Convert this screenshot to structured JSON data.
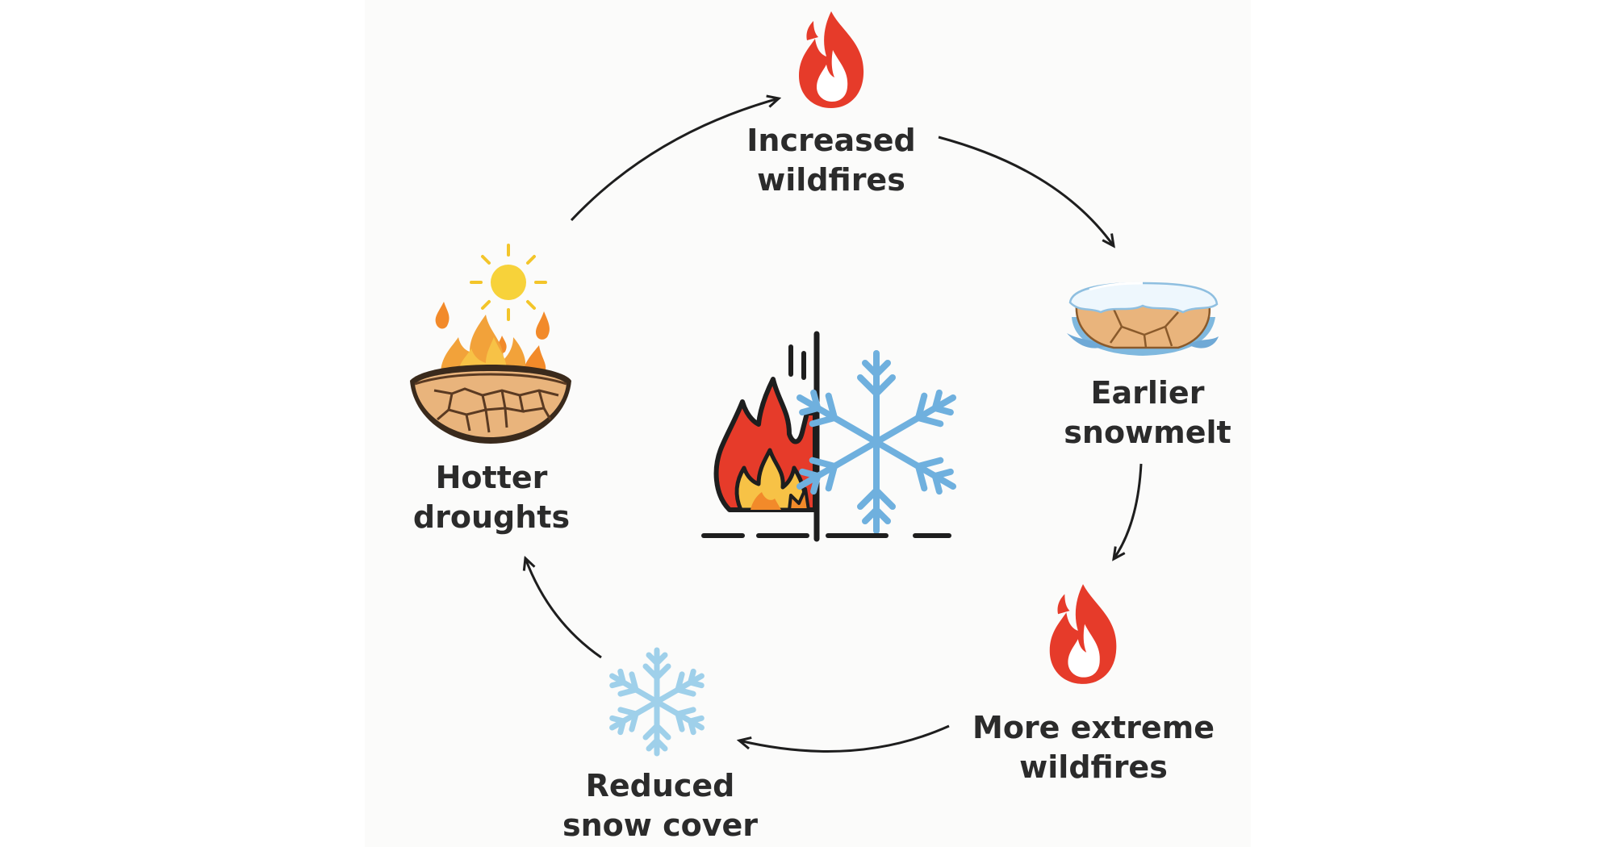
{
  "diagram": {
    "nodes": [
      {
        "id": "increased-wildfires",
        "lines": [
          "Increased",
          "wildfires"
        ],
        "icon": "flame-icon"
      },
      {
        "id": "earlier-snowmelt",
        "lines": [
          "Earlier",
          "snowmelt"
        ],
        "icon": "melting-snow-icon"
      },
      {
        "id": "more-extreme-wildfires",
        "lines": [
          "More extreme",
          "wildfires"
        ],
        "icon": "flame-icon"
      },
      {
        "id": "reduced-snow-cover",
        "lines": [
          "Reduced",
          "snow cover"
        ],
        "icon": "snowflake-icon"
      },
      {
        "id": "hotter-droughts",
        "lines": [
          "Hotter",
          "droughts"
        ],
        "icon": "drought-sun-icon"
      }
    ],
    "center_icon": "fire-and-snowflake-icon",
    "flow": "clockwise",
    "colors": {
      "text": "#2b2b2b",
      "arrow": "#1e1e1e",
      "flame_outer": "#e63b2a",
      "flame_inner": "#ffffff",
      "snow_light": "#9fd0ea",
      "snow_center": "#6fb0de",
      "soil": "#e9b47c",
      "sun": "#f7d23a"
    }
  }
}
